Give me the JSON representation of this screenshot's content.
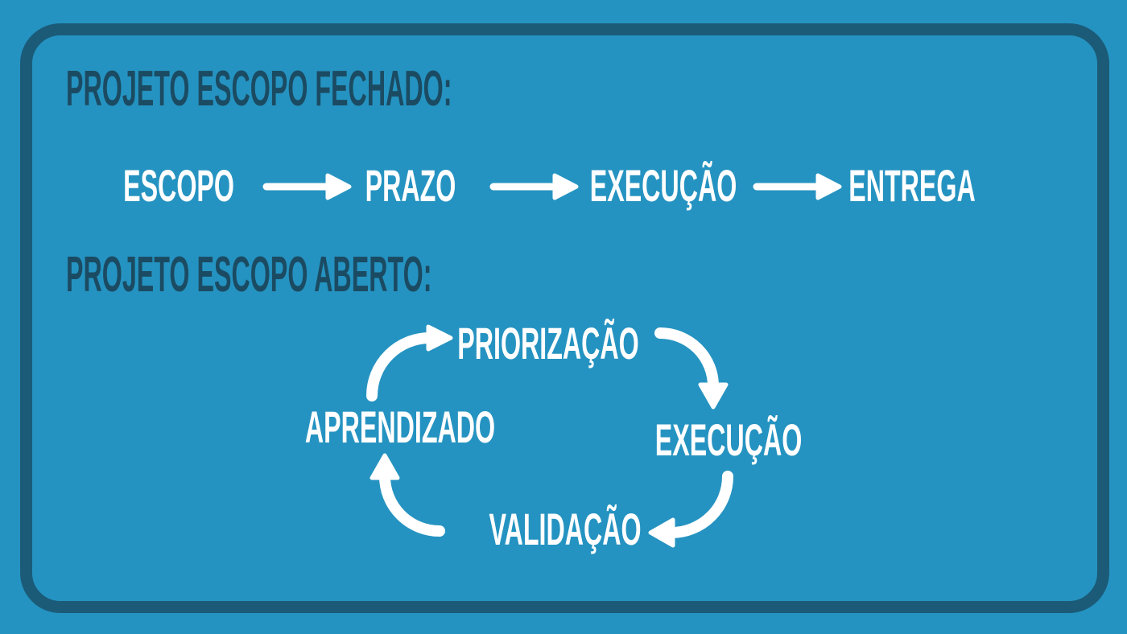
{
  "colors": {
    "background": "#2593C1",
    "frame_border": "#1B5B78",
    "heading_text": "#1B4B62",
    "flow_text": "#FFFFFF"
  },
  "closed_scope": {
    "heading": "PROJETO ESCOPO FECHADO:",
    "steps": [
      "ESCOPO",
      "PRAZO",
      "EXECUÇÃO",
      "ENTREGA"
    ]
  },
  "open_scope": {
    "heading": "PROJETO ESCOPO ABERTO:",
    "cycle_steps": [
      "PRIORIZAÇÃO",
      "EXECUÇÃO",
      "VALIDAÇÃO",
      "APRENDIZADO"
    ]
  }
}
